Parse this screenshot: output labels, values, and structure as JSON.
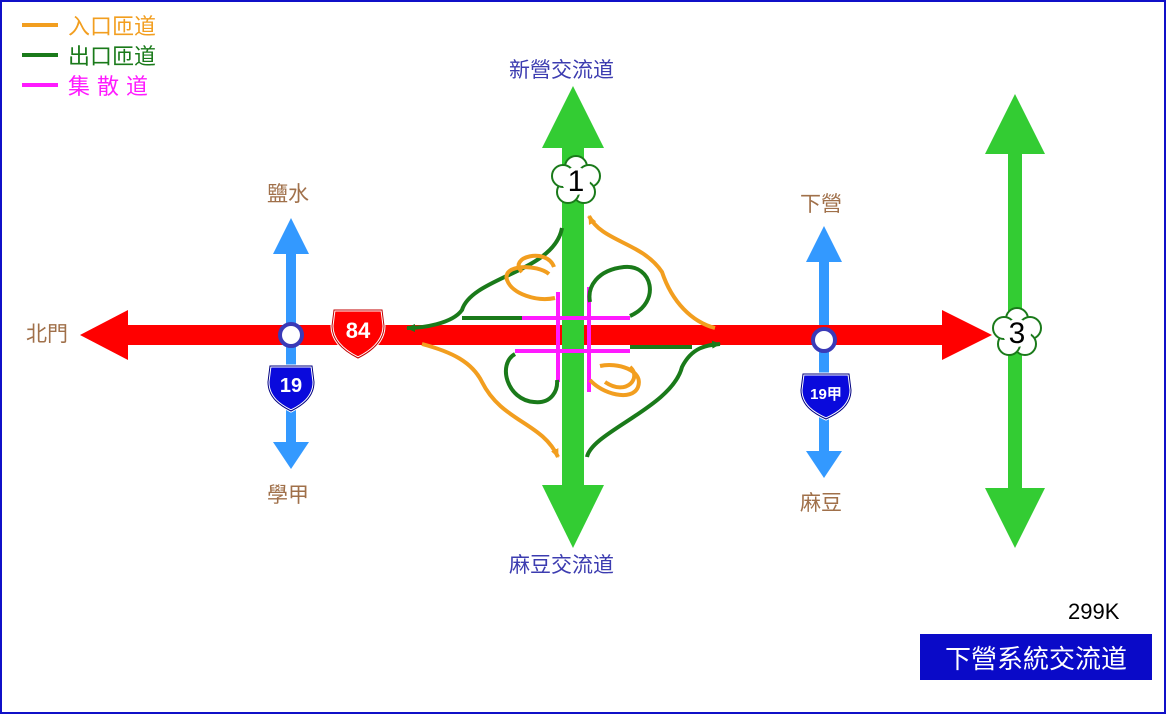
{
  "legend": [
    {
      "label": "入口匝道",
      "color": "#f29e1f"
    },
    {
      "label": "出口匝道",
      "color": "#1a7a1a"
    },
    {
      "label": "集 散 道",
      "color": "#ff1aff"
    }
  ],
  "labels": {
    "north_interchange": "新營交流道",
    "south_interchange": "麻豆交流道",
    "west_city": "北門",
    "route19_north": "鹽水",
    "route19_south": "學甲",
    "route19a_north": "下營",
    "route19a_south": "麻豆"
  },
  "shields": {
    "freeway1": "1",
    "freeway3": "3",
    "expressway84": "84",
    "route19": "19",
    "route19a": "19甲"
  },
  "milepost": "299K",
  "title": "下營系統交流道",
  "colors": {
    "entrance_ramp": "#f29e1f",
    "exit_ramp": "#1a7a1a",
    "collector": "#ff1aff",
    "freeway": "#33cc33",
    "expressway": "#ff0000",
    "provincial_road": "#3399ff",
    "title_bg": "#0a0ac8"
  }
}
